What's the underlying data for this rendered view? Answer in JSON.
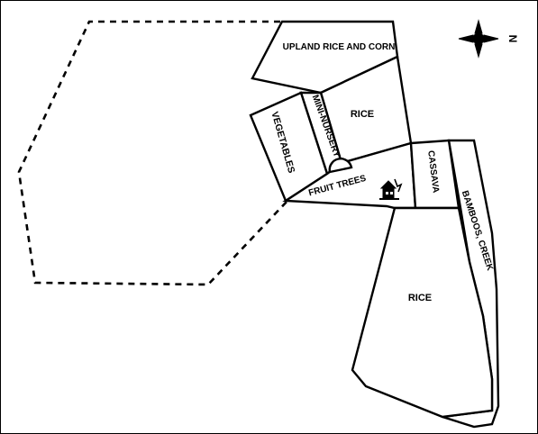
{
  "map": {
    "plots": {
      "upland_rice_corn": "UPLAND RICE AND CORN",
      "rice_north": "RICE",
      "mini_nursery": "MINI-NURSERY",
      "vegetables": "VEGETABLES",
      "fruit_trees": "FRUIT TREES",
      "cassava": "CASSAVA",
      "rice_south": "RICE"
    },
    "creek": "BAMBOOS, CREEK",
    "compass": {
      "north_label": "N",
      "north_direction": "right"
    },
    "icon": "house-icon",
    "colors": {
      "ink": "#000000",
      "paper": "#ffffff"
    }
  }
}
